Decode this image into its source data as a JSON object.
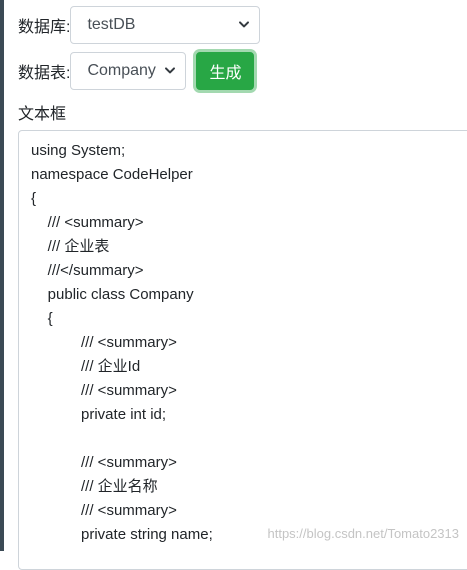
{
  "database": {
    "label": "数据库:",
    "selected": "testDB"
  },
  "table": {
    "label": "数据表:",
    "selected": "Company"
  },
  "generate_button": "生成",
  "textbox": {
    "label": "文本框",
    "lines": [
      "using System;",
      "namespace CodeHelper",
      "{",
      "    /// <summary>",
      "    /// 企业表",
      "    ///</summary>",
      "    public class Company",
      "    {",
      "            /// <summary>",
      "            /// 企业Id",
      "            /// <summary>",
      "            private int id;",
      "",
      "            /// <summary>",
      "            /// 企业名称",
      "            /// <summary>",
      "            private string name;"
    ]
  },
  "watermark": "https://blog.csdn.net/Tomato2313",
  "colors": {
    "button_bg": "#28a745",
    "border": "#ced4da",
    "left_edge": "#3b4a55"
  },
  "icons": {
    "select_arrow": "chevron-down-icon"
  }
}
